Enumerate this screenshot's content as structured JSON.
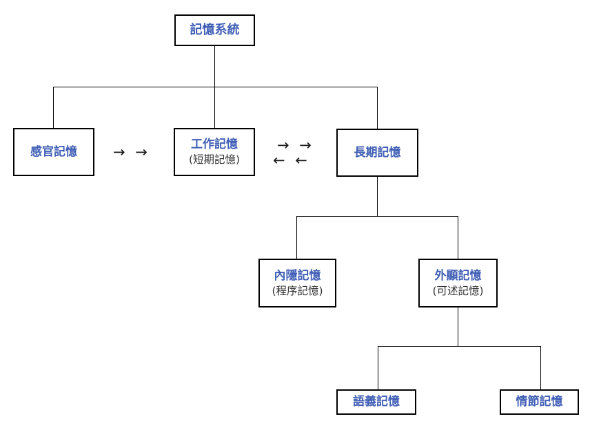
{
  "diagram": {
    "background_color": "#ffffff",
    "accent_text_color": "#3f5eb5",
    "secondary_text_color": "#333333",
    "border_color": "#000000",
    "line_color": "#000000",
    "boxes": {
      "root": {
        "label": "記憶系統"
      },
      "sensory": {
        "label": "感官記憶"
      },
      "working": {
        "label": "工作記憶",
        "sublabel": "(短期記憶)"
      },
      "longterm": {
        "label": "長期記憶"
      },
      "implicit": {
        "label": "內隱記憶",
        "sublabel": "(程序記憶)"
      },
      "explicit": {
        "label": "外顯記憶",
        "sublabel": "(可述記憶)"
      },
      "semantic": {
        "label": "語義記憶"
      },
      "episodic": {
        "label": "情節記憶"
      }
    },
    "arrows": {
      "sensory_to_working": "→ →",
      "working_to_longterm_forward": "→ →",
      "working_to_longterm_backward": "← ←"
    },
    "hierarchy": {
      "記憶系統": {
        "感官記憶": {},
        "工作記憶 (短期記憶)": {},
        "長期記憶": {
          "內隱記憶 (程序記憶)": {},
          "外顯記憶 (可述記憶)": {
            "語義記憶": {},
            "情節記憶": {}
          }
        }
      }
    }
  }
}
